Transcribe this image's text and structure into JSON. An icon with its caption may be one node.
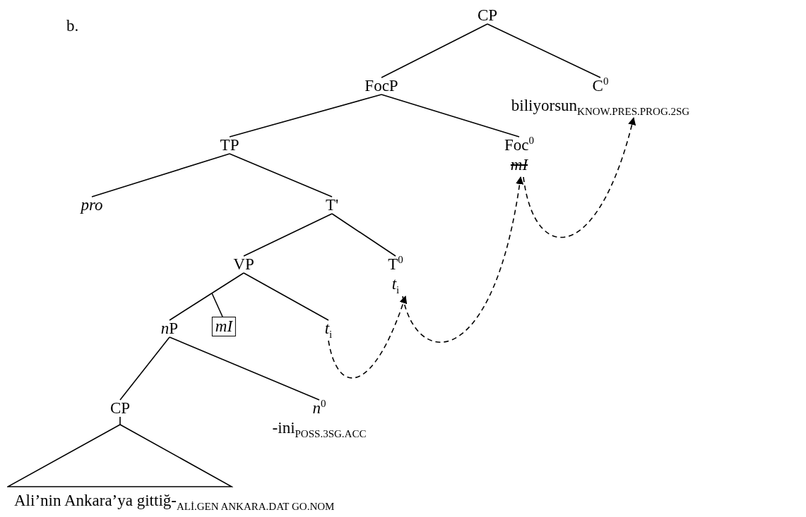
{
  "diagram": {
    "nodes": [
      {
        "text": [
          "CP"
        ]
      },
      {
        "text": [
          "FocP"
        ]
      },
      {
        "text": [
          "C$^{0}$",
          "biliyorsun$_{KNOW.PRES.PROG.2SG}$"
        ]
      },
      {
        "text": [
          "TP"
        ]
      },
      {
        "text": [
          "Foc$^{0}$",
          "mI"
        ]
      },
      {
        "text": [
          "pro"
        ]
      },
      {
        "text": [
          "T'"
        ]
      },
      {
        "text": [
          "VP"
        ]
      },
      {
        "text": [
          "T$^{0}$",
          "*t*$_{i}$"
        ]
      },
      {
        "text": [
          "nP"
        ]
      },
      {
        "text": [
          "mI"
        ]
      },
      {
        "text": [
          "*t*$_{i}$"
        ]
      },
      {
        "text": [
          "CP"
        ]
      },
      {
        "text": [
          "*n*$^{0}$",
          "-ini$_{POSS.3SG.ACC}$"
        ]
      },
      {
        "text": [
          "Ali’nin Ankara’ya gittiğ-$_{ALİ.GEN ANKARA.DAT GO.NOM}$"
        ]
      }
    ],
    "edges": [
      {
        "from": 0,
        "to": 1,
        "arrow": "none"
      },
      {
        "from": 0,
        "to": 2,
        "arrow": "none"
      },
      {
        "from": 1,
        "to": 3,
        "arrow": "none"
      },
      {
        "from": 1,
        "to": 4,
        "arrow": "none"
      },
      {
        "from": 3,
        "to": 5,
        "arrow": "none"
      },
      {
        "from": 3,
        "to": 6,
        "arrow": "none"
      },
      {
        "from": 6,
        "to": 7,
        "arrow": "none"
      },
      {
        "from": 6,
        "to": 8,
        "arrow": "none"
      },
      {
        "from": 7,
        "to": 9,
        "arrow": "none"
      },
      {
        "from": 7,
        "to": 11,
        "arrow": "none"
      },
      {
        "from": 9,
        "to": 12,
        "arrow": "none"
      },
      {
        "from": 9,
        "to": 13,
        "arrow": "none"
      },
      {
        "from": 12,
        "to": 14,
        "arrow": "none"
      },
      {
        "from": null,
        "to": 10,
        "arrow": "none"
      },
      {
        "from": 11,
        "to": 8,
        "arrow": "to",
        "style": "dashed"
      },
      {
        "from": 8,
        "to": 4,
        "arrow": "to",
        "style": "dashed"
      },
      {
        "from": 4,
        "to": 2,
        "arrow": "to",
        "style": "dashed"
      }
    ],
    "labels": [
      "b."
    ]
  }
}
